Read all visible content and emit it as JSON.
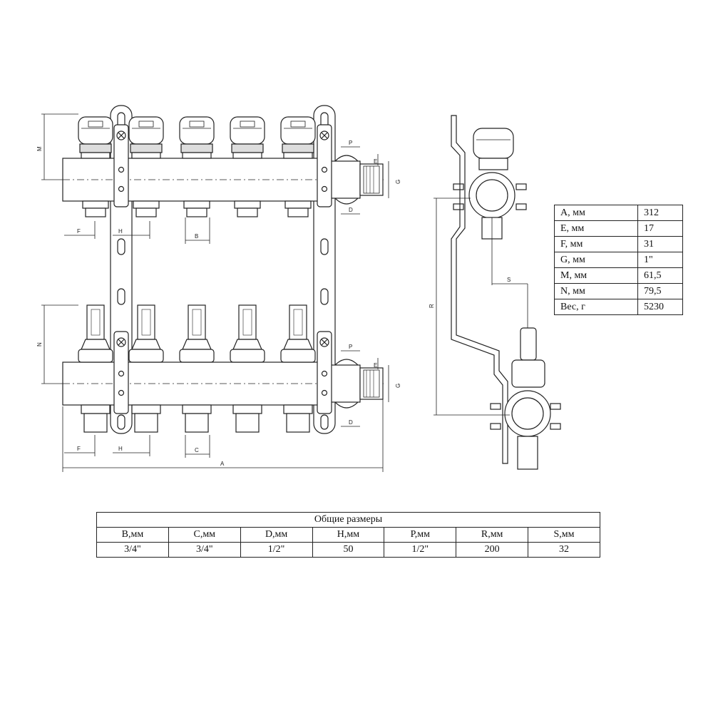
{
  "front_view": {
    "dimension_labels": {
      "A": "A",
      "M": "M",
      "N": "N",
      "P_top": "P",
      "P_bottom": "P",
      "D_top": "D",
      "D_bottom": "D",
      "E_top": "E",
      "E_bottom": "E",
      "G_top": "G",
      "G_bottom": "G",
      "F_top": "F",
      "F_bottom": "F",
      "H_top": "H",
      "H_bottom": "H",
      "B": "B",
      "C": "C"
    },
    "outlet_count": 5
  },
  "side_view": {
    "dimension_labels": {
      "R": "R",
      "S": "S"
    }
  },
  "spec_table": {
    "rows": [
      {
        "label": "A, мм",
        "value": "312"
      },
      {
        "label": "E, мм",
        "value": "17"
      },
      {
        "label": "F, мм",
        "value": "31"
      },
      {
        "label": "G, мм",
        "value": "1\""
      },
      {
        "label": "M, мм",
        "value": "61,5"
      },
      {
        "label": "N, мм",
        "value": "79,5"
      },
      {
        "label": "Вес, г",
        "value": "5230"
      }
    ]
  },
  "dimensions_table": {
    "title": "Общие размеры",
    "headers": [
      "B,мм",
      "C,мм",
      "D,мм",
      "H,мм",
      "P,мм",
      "R,мм",
      "S,мм"
    ],
    "values": [
      "3/4\"",
      "3/4\"",
      "1/2\"",
      "50",
      "1/2\"",
      "200",
      "32"
    ]
  }
}
